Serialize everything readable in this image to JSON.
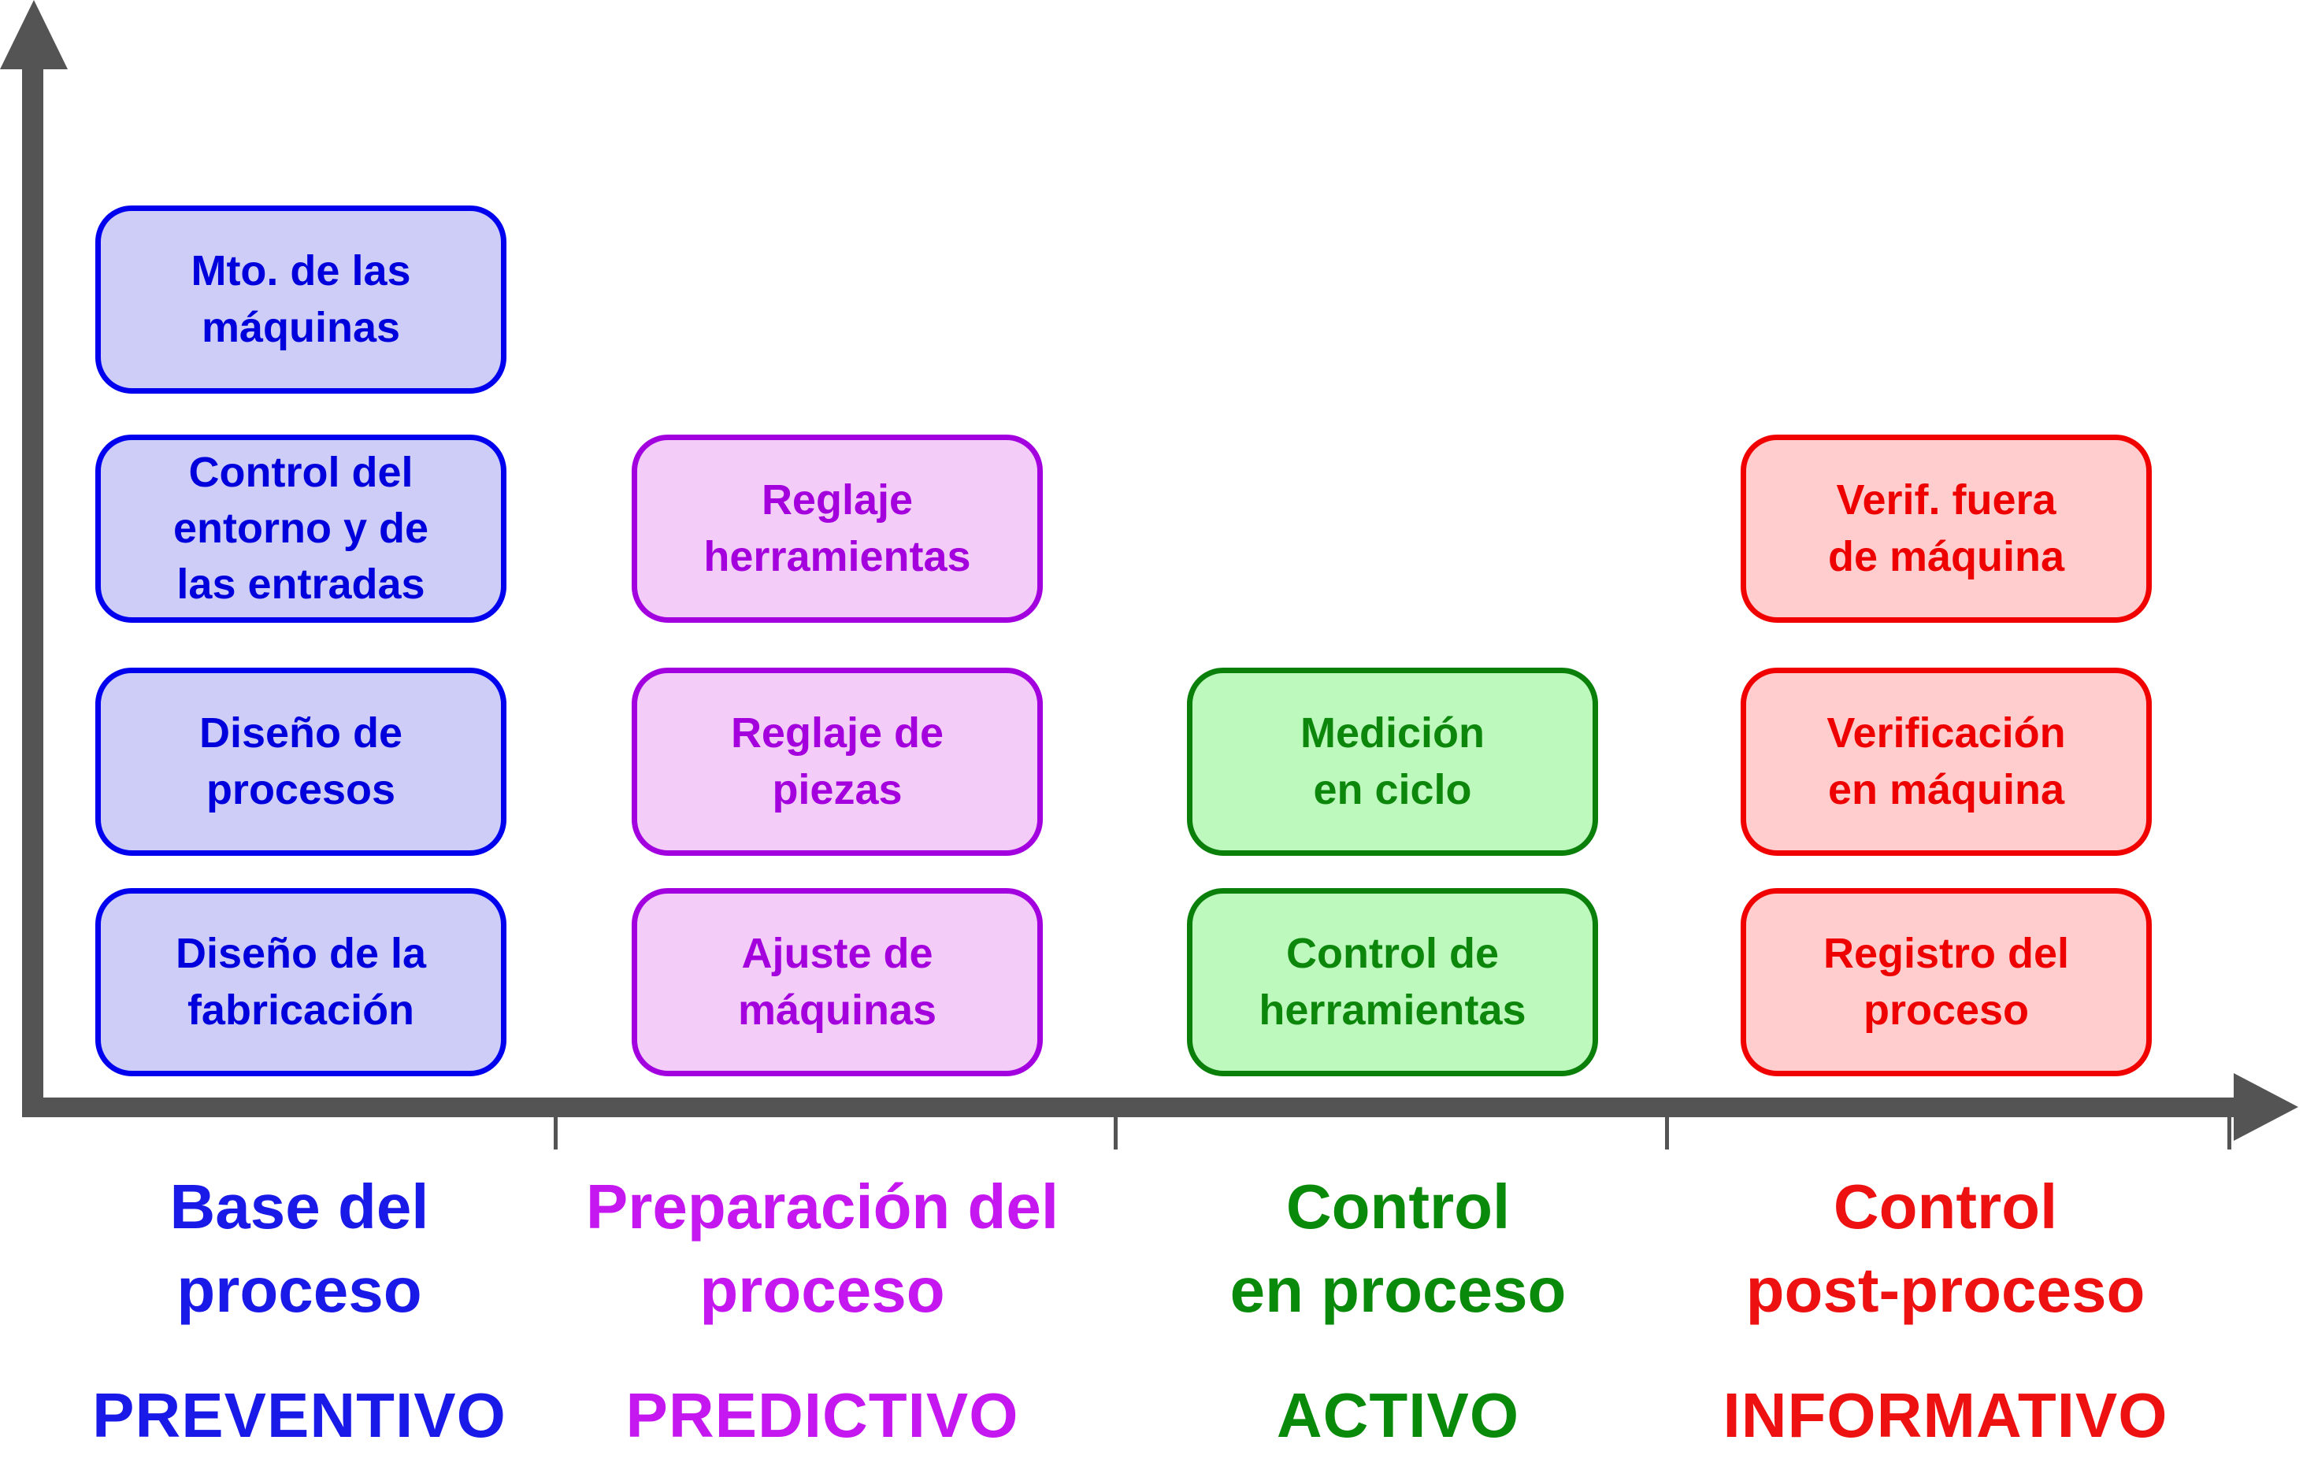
{
  "diagram": {
    "axis": {
      "color": "#545454",
      "tick_count": 4
    },
    "columns": [
      {
        "name": "preventivo",
        "category_label": "Base del\nproceso",
        "type_label": "PREVENTIVO",
        "label_color": "#1a1ae8",
        "box_style": {
          "fill": "#cdcdf8",
          "border": "#0000ee",
          "text": "#0000dd"
        },
        "boxes": [
          {
            "label": "Mto. de las\nmáquinas"
          },
          {
            "label": "Control del\nentorno y de\nlas entradas"
          },
          {
            "label": "Diseño de\nprocesos"
          },
          {
            "label": "Diseño de la\nfabricación"
          }
        ]
      },
      {
        "name": "predictivo",
        "category_label": "Preparación del\nproceso",
        "type_label": "PREDICTIVO",
        "label_color": "#c517ef",
        "box_style": {
          "fill": "#f3ccf8",
          "border": "#a300e0",
          "text": "#a300dd"
        },
        "boxes": [
          {
            "label": "Reglaje\nherramientas"
          },
          {
            "label": "Reglaje de\npiezas"
          },
          {
            "label": "Ajuste de\nmáquinas"
          }
        ]
      },
      {
        "name": "activo",
        "category_label": "Control\nen proceso",
        "type_label": "ACTIVO",
        "label_color": "#0a8a0a",
        "box_style": {
          "fill": "#bdf9bd",
          "border": "#0a800a",
          "text": "#0c870c"
        },
        "boxes": [
          {
            "label": "Medición\nen ciclo"
          },
          {
            "label": "Control de\nherramientas"
          }
        ]
      },
      {
        "name": "informativo",
        "category_label": "Control\npost-proceso",
        "type_label": "INFORMATIVO",
        "label_color": "#ee1111",
        "box_style": {
          "fill": "#ffcdcd",
          "border": "#f10000",
          "text": "#ee0000"
        },
        "boxes": [
          {
            "label": "Verif. fuera\nde máquina"
          },
          {
            "label": "Verificación\nen máquina"
          },
          {
            "label": "Registro del\nproceso"
          }
        ]
      }
    ]
  }
}
